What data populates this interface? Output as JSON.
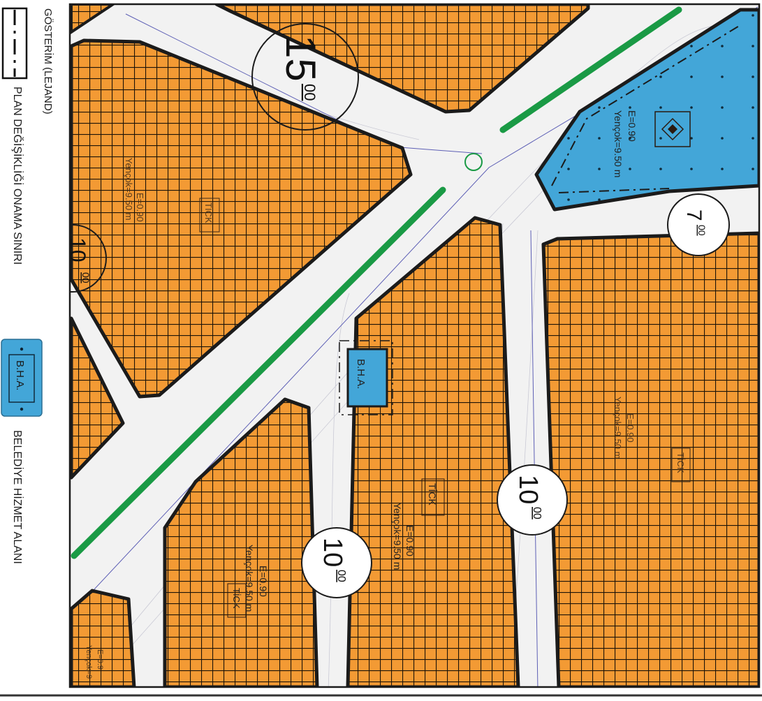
{
  "legend": {
    "title": "GÖSTERİM (LEJAND)",
    "items": [
      {
        "label": "PLAN DEĞİŞİKLİĞİ ONAMA SINIRI"
      },
      {
        "symbol_text": "B.H.A.",
        "label": "BELEDİYE HİZMET ALANI"
      }
    ]
  },
  "map": {
    "colors": {
      "residential": "#f39a34",
      "grid": "#1d1408",
      "road": "#f2f2f2",
      "service_area": "#43a6d8",
      "green_strip": "#1a9a45",
      "boundary": "#222222"
    },
    "road_widths": {
      "main": {
        "value": "15",
        "sup": "00"
      },
      "top_right": {
        "value": "7",
        "sup": "00"
      },
      "left": {
        "value": "10",
        "sup": "00"
      },
      "center_vertical": {
        "value": "10",
        "sup": "00"
      },
      "bottom": {
        "value": "10",
        "sup": "00"
      }
    },
    "parcels": {
      "top_left": {
        "use": "TİCK",
        "e": "E=0.90",
        "h": "Yençok=9.50 m"
      },
      "service": {
        "e": "E=0.90",
        "h": "Yençok=9.50 m"
      },
      "center": {
        "use": "TİCK",
        "e": "E=0.90",
        "h": "Yençok=9.50 m"
      },
      "right": {
        "use": "TİCK",
        "e": "E=0.90",
        "h": "Yençok=9.50 m"
      },
      "bottom_mid": {
        "use": "TİCK",
        "e": "E=0.90",
        "h": "Yençok=9.50 m"
      },
      "bottom_left": {
        "e": "E=0.9",
        "h": "Yençok=9"
      }
    },
    "bha_label": "B.H.A."
  }
}
